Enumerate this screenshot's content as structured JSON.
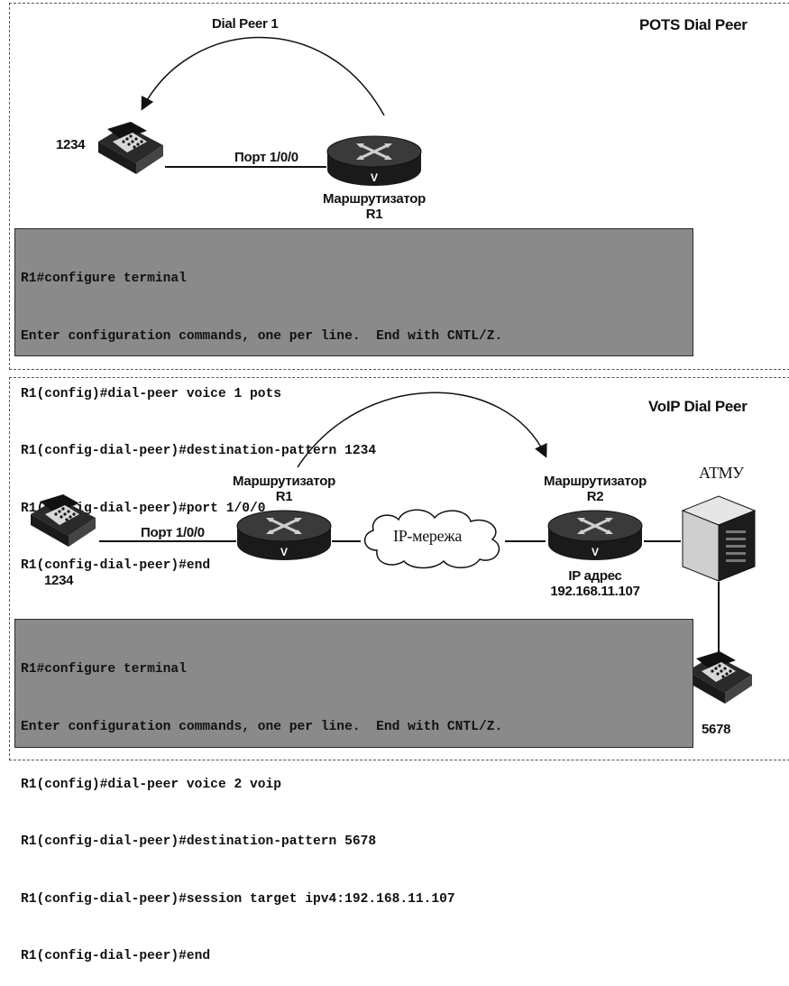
{
  "pots": {
    "title": "POTS Dial Peer",
    "peer_label": "Dial Peer 1",
    "phone_number": "1234",
    "port_label": "Порт 1/0/0",
    "router_label": "Маршрутизатор",
    "router_name": "R1",
    "router_badge": "V",
    "terminal_lines": [
      "R1#configure terminal",
      "Enter configuration commands, one per line.  End with CNTL/Z.",
      "R1(config)#dial-peer voice 1 pots",
      "R1(config-dial-peer)#destination-pattern 1234",
      "R1(config-dial-peer)#port 1/0/0",
      "R1(config-dial-peer)#end"
    ]
  },
  "voip": {
    "title": "VoIP Dial Peer",
    "phone_left_number": "1234",
    "port_label": "Порт 1/0/0",
    "router1_label": "Маршрутизатор",
    "router1_name": "R1",
    "router2_label": "Маршрутизатор",
    "router2_name": "R2",
    "router_badge": "V",
    "cloud_label": "IP-мережа",
    "ip_label": "IP адрес",
    "ip_value": "192.168.11.107",
    "pbx_label": "АТМУ",
    "phone_right_number": "5678",
    "terminal_lines": [
      "R1#configure terminal",
      "Enter configuration commands, one per line.  End with CNTL/Z.",
      "R1(config)#dial-peer voice 2 voip",
      "R1(config-dial-peer)#destination-pattern 5678",
      "R1(config-dial-peer)#session target ipv4:192.168.11.107",
      "R1(config-dial-peer)#end"
    ]
  }
}
